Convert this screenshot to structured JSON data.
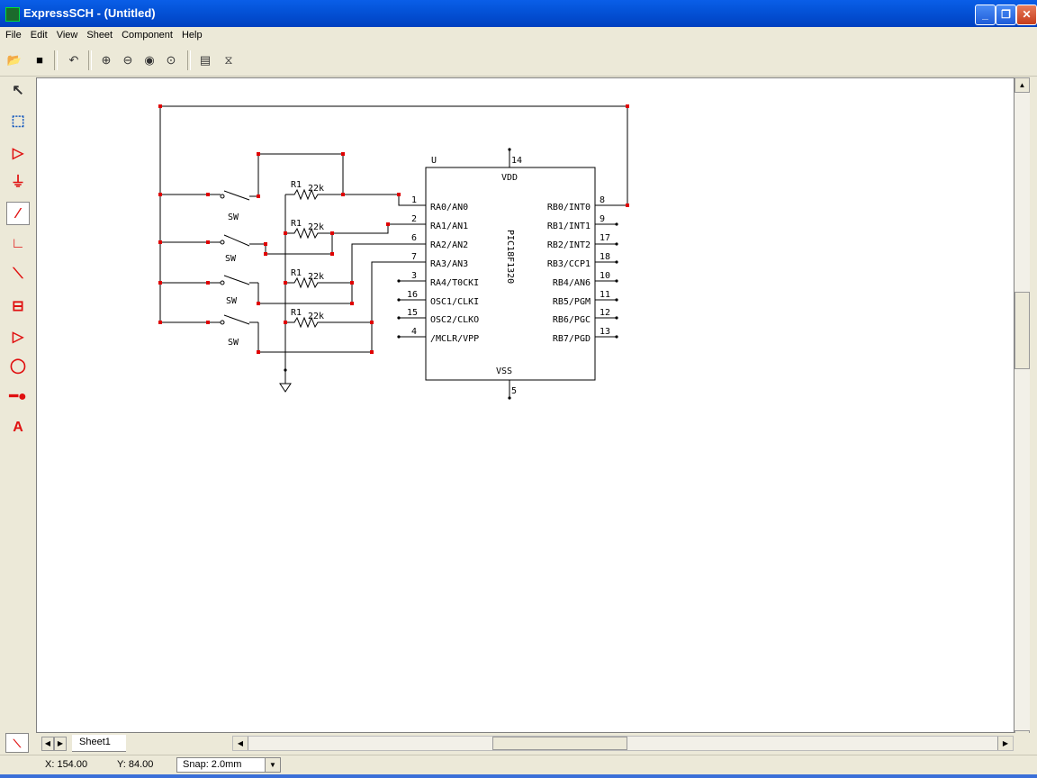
{
  "window": {
    "title": "ExpressSCH - (Untitled)"
  },
  "menu": [
    "File",
    "Edit",
    "View",
    "Sheet",
    "Component",
    "Help"
  ],
  "toolbar": {
    "icons": [
      "open-icon",
      "save-icon",
      "undo-icon",
      "zoom-in-icon",
      "zoom-out-icon",
      "zoom-area-icon",
      "zoom-fit-icon",
      "properties-icon",
      "component-icon"
    ]
  },
  "left_toolbar": {
    "icons": [
      "select-arrow-icon",
      "zoom-select-icon",
      "buffer-icon",
      "ground-icon",
      "wire-icon",
      "bus-icon",
      "bus-entry-icon",
      "component-box-icon",
      "triangle-component-icon",
      "circle-icon",
      "pin-icon",
      "text-icon"
    ]
  },
  "schematic": {
    "chip": {
      "ref": "U",
      "part": "PIC18F1320",
      "vdd": "VDD",
      "vss": "VSS",
      "vdd_pin": "14",
      "vss_pin": "5",
      "left_pins": [
        {
          "num": "1",
          "name": "RA0/AN0"
        },
        {
          "num": "2",
          "name": "RA1/AN1"
        },
        {
          "num": "6",
          "name": "RA2/AN2"
        },
        {
          "num": "7",
          "name": "RA3/AN3"
        },
        {
          "num": "3",
          "name": "RA4/T0CKI"
        },
        {
          "num": "16",
          "name": "OSC1/CLKI"
        },
        {
          "num": "15",
          "name": "OSC2/CLKO"
        },
        {
          "num": "4",
          "name": "/MCLR/VPP"
        }
      ],
      "right_pins": [
        {
          "num": "8",
          "name": "RB0/INT0"
        },
        {
          "num": "9",
          "name": "RB1/INT1"
        },
        {
          "num": "17",
          "name": "RB2/INT2"
        },
        {
          "num": "18",
          "name": "RB3/CCP1"
        },
        {
          "num": "10",
          "name": "RB4/AN6"
        },
        {
          "num": "11",
          "name": "RB5/PGM"
        },
        {
          "num": "12",
          "name": "RB6/PGC"
        },
        {
          "num": "13",
          "name": "RB7/PGD"
        }
      ]
    },
    "resistors": [
      {
        "ref": "R1",
        "value": "22k"
      },
      {
        "ref": "R1",
        "value": "22k"
      },
      {
        "ref": "R1",
        "value": "22k"
      },
      {
        "ref": "R1",
        "value": "22k"
      }
    ],
    "switches": [
      "SW",
      "SW",
      "SW",
      "SW"
    ]
  },
  "sheet_tab": "Sheet1",
  "status": {
    "x": "X: 154.00",
    "y": "Y: 84.00",
    "snap": "Snap: 2.0mm"
  }
}
